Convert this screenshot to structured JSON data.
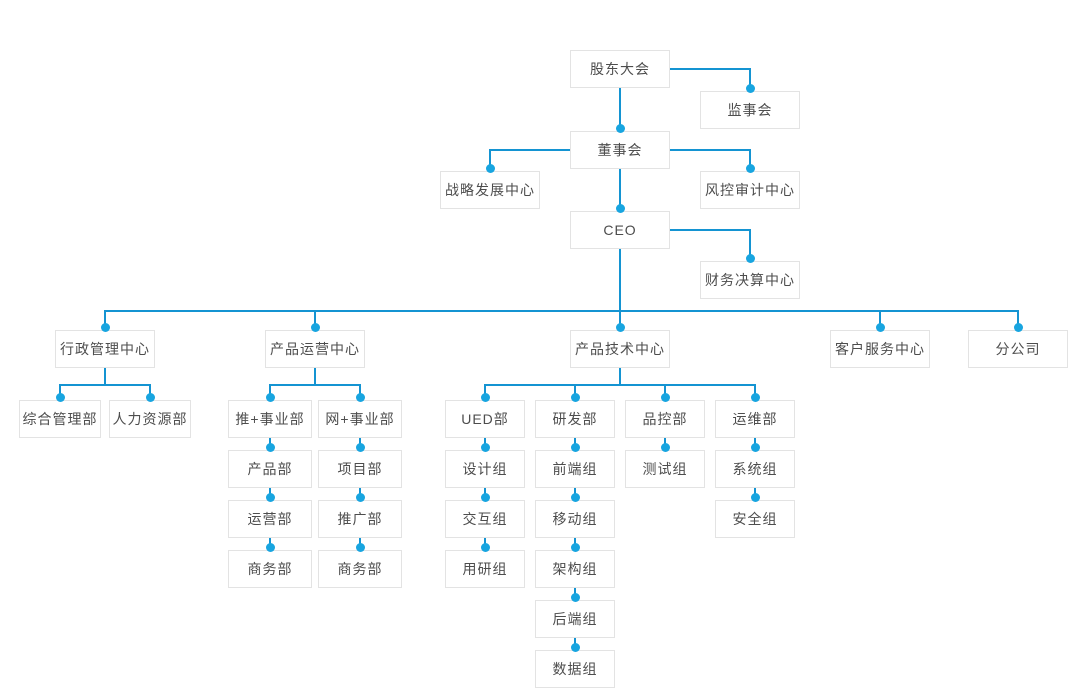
{
  "colors": {
    "line": "#1494d2",
    "dot": "#18a5e0",
    "box_border": "#e3e3e3",
    "box_bg": "#ffffff",
    "text": "#4d4d4d",
    "page_bg": "#ffffff"
  },
  "nodes": {
    "shareholders_meeting": "股东大会",
    "supervisory_board": "监事会",
    "board_of_directors": "董事会",
    "strategy_dev_center": "战略发展中心",
    "risk_audit_center": "风控审计中心",
    "ceo": "CEO",
    "finance_center": "财务决算中心",
    "admin_mgmt_center": "行政管理中心",
    "product_ops_center": "产品运营中心",
    "product_tech_center": "产品技术中心",
    "customer_service_center": "客户服务中心",
    "branch_company": "分公司",
    "general_mgmt_dept": "综合管理部",
    "hr_dept": "人力资源部",
    "tui_business_dept": "推+事业部",
    "wang_business_dept": "网+事业部",
    "product_dept": "产品部",
    "project_dept": "项目部",
    "operations_dept": "运营部",
    "promotion_dept": "推广部",
    "business_dept_tui": "商务部",
    "business_dept_wang": "商务部",
    "ued_dept": "UED部",
    "rd_dept": "研发部",
    "qc_dept": "品控部",
    "om_dept": "运维部",
    "design_group": "设计组",
    "frontend_group": "前端组",
    "test_group": "测试组",
    "system_group": "系统组",
    "interaction_group": "交互组",
    "mobile_group": "移动组",
    "security_group": "安全组",
    "user_research_group": "用研组",
    "architecture_group": "架构组",
    "backend_group": "后端组",
    "data_group": "数据组"
  },
  "structure": {
    "shareholders_meeting": [
      "supervisory_board",
      "board_of_directors"
    ],
    "board_of_directors": [
      "strategy_dev_center",
      "risk_audit_center",
      "ceo"
    ],
    "ceo": [
      "finance_center",
      "admin_mgmt_center",
      "product_ops_center",
      "product_tech_center",
      "customer_service_center",
      "branch_company"
    ],
    "admin_mgmt_center": [
      "general_mgmt_dept",
      "hr_dept"
    ],
    "product_ops_center": [
      "tui_business_dept",
      "wang_business_dept"
    ],
    "tui_business_dept": [
      "product_dept"
    ],
    "product_dept": [
      "operations_dept"
    ],
    "operations_dept": [
      "business_dept_tui"
    ],
    "wang_business_dept": [
      "project_dept"
    ],
    "project_dept": [
      "promotion_dept"
    ],
    "promotion_dept": [
      "business_dept_wang"
    ],
    "product_tech_center": [
      "ued_dept",
      "rd_dept",
      "qc_dept",
      "om_dept"
    ],
    "ued_dept": [
      "design_group"
    ],
    "design_group": [
      "interaction_group"
    ],
    "interaction_group": [
      "user_research_group"
    ],
    "rd_dept": [
      "frontend_group"
    ],
    "frontend_group": [
      "mobile_group"
    ],
    "mobile_group": [
      "architecture_group"
    ],
    "architecture_group": [
      "backend_group"
    ],
    "backend_group": [
      "data_group"
    ],
    "qc_dept": [
      "test_group"
    ],
    "om_dept": [
      "system_group"
    ],
    "system_group": [
      "security_group"
    ]
  }
}
